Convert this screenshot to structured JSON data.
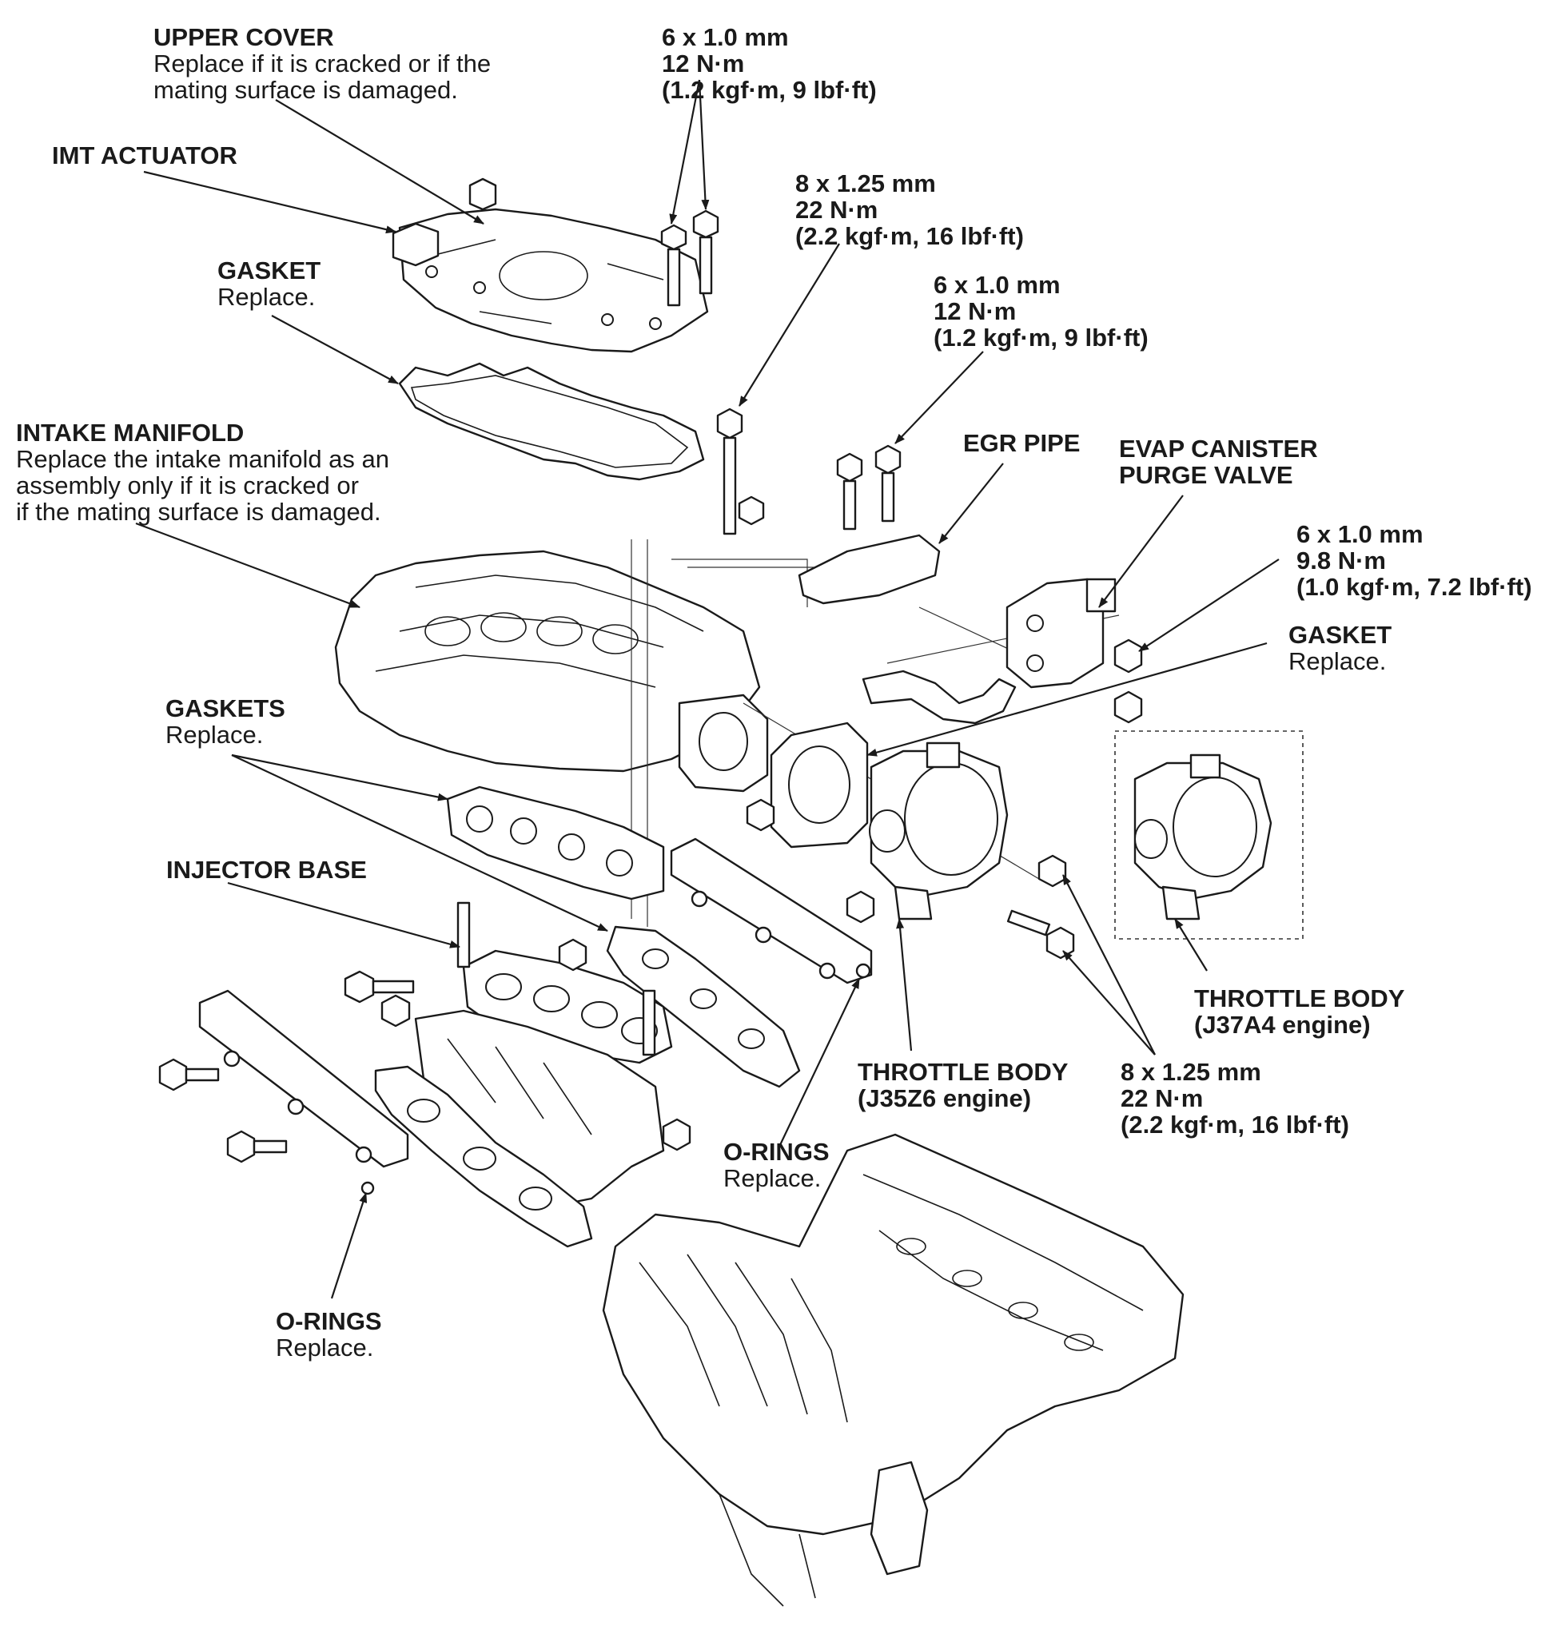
{
  "callouts": {
    "upper_cover": {
      "title": "UPPER COVER",
      "line1": "Replace if it is cracked or if the",
      "line2": "mating surface is damaged."
    },
    "imt_actuator": {
      "title": "IMT ACTUATOR"
    },
    "gasket_top": {
      "title": "GASKET",
      "note": "Replace."
    },
    "intake_manifold": {
      "title": "INTAKE MANIFOLD",
      "line1": "Replace the intake manifold as an",
      "line2": "assembly only if it is cracked or",
      "line3": "if the mating surface is damaged."
    },
    "gaskets": {
      "title": "GASKETS",
      "note": "Replace."
    },
    "injector_base": {
      "title": "INJECTOR BASE"
    },
    "o_rings_left": {
      "title": "O-RINGS",
      "note": "Replace."
    },
    "o_rings_center": {
      "title": "O-RINGS",
      "note": "Replace."
    },
    "egr_pipe": {
      "title": "EGR PIPE"
    },
    "evap_valve": {
      "title": "EVAP CANISTER",
      "title2": "PURGE VALVE"
    },
    "gasket_right": {
      "title": "GASKET",
      "note": "Replace."
    },
    "throttle_j35": {
      "title": "THROTTLE BODY",
      "engine": "(J35Z6 engine)"
    },
    "throttle_j37": {
      "title": "THROTTLE BODY",
      "engine": "(J37A4 engine)"
    }
  },
  "torque_specs": {
    "cover_bolts": {
      "size": "6 x 1.0 mm",
      "torque": "12 N·m",
      "alt": "(1.2 kgf·m, 9 lbf·ft)"
    },
    "manifold_bolt": {
      "size": "8 x 1.25 mm",
      "torque": "22 N·m",
      "alt": "(2.2 kgf·m, 16 lbf·ft)"
    },
    "egr_bolts": {
      "size": "6 x 1.0 mm",
      "torque": "12 N·m",
      "alt": "(1.2 kgf·m, 9 lbf·ft)"
    },
    "evap_nut": {
      "size": "6 x 1.0 mm",
      "torque": "9.8 N·m",
      "alt": "(1.0 kgf·m, 7.2 lbf·ft)"
    },
    "throttle_bolts": {
      "size": "8 x 1.25 mm",
      "torque": "22 N·m",
      "alt": "(2.2 kgf·m, 16 lbf·ft)"
    }
  }
}
